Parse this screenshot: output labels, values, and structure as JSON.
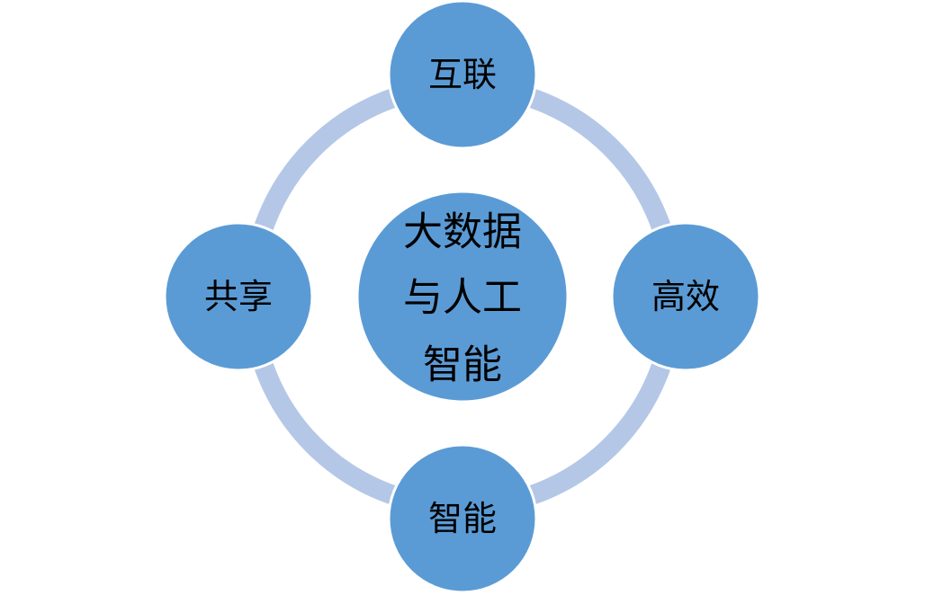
{
  "diagram": {
    "center": {
      "lines": [
        "大数据",
        "与人工",
        "智能"
      ]
    },
    "nodes": {
      "top": "互联",
      "right": "高效",
      "bottom": "智能",
      "left": "共享"
    }
  },
  "colors": {
    "node_fill": "#5b9bd5",
    "ring": "#b4c7e7",
    "node_border": "#ffffff",
    "text": "#000000"
  }
}
